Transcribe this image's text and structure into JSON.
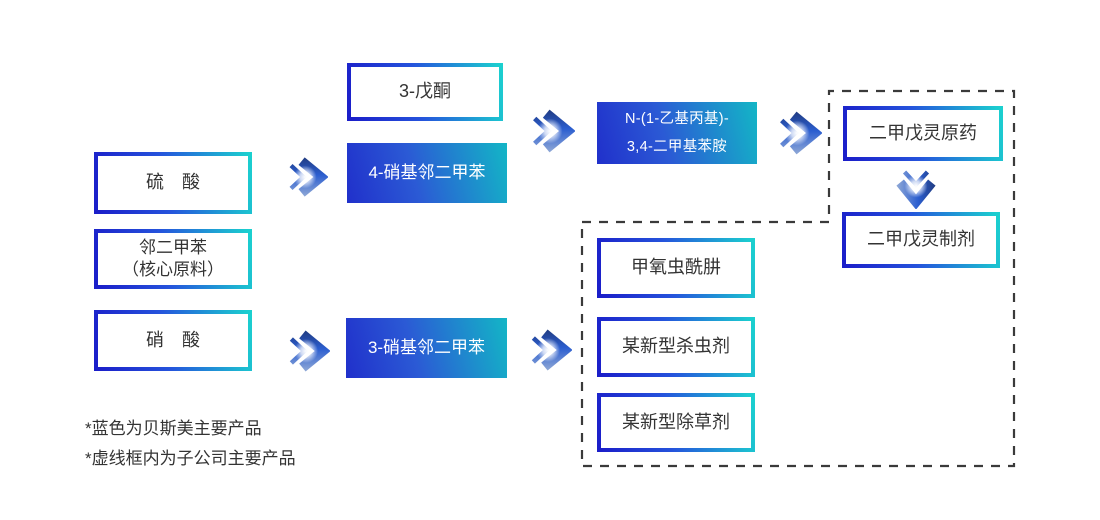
{
  "diagram": {
    "nodes": {
      "sulfuric_acid": {
        "label": "硫　酸"
      },
      "o_xylene": {
        "line1": "邻二甲苯",
        "line2": "（核心原料）"
      },
      "nitric_acid": {
        "label": "硝　酸"
      },
      "pentanone": {
        "label": "3-戊酮"
      },
      "nitro4_xylene": {
        "label": "4-硝基邻二甲苯"
      },
      "nitro3_xylene": {
        "label": "3-硝基邻二甲苯"
      },
      "diethylpropyl_aniline": {
        "line1": "N-(1-乙基丙基)-",
        "line2": "3,4-二甲基苯胺"
      },
      "pendimethalin_technical": {
        "label": "二甲戊灵原药"
      },
      "pendimethalin_formulation": {
        "label": "二甲戊灵制剂"
      },
      "methoxyfenozide": {
        "label": "甲氧虫酰肼"
      },
      "new_insecticide": {
        "label": "某新型杀虫剂"
      },
      "new_herbicide": {
        "label": "某新型除草剂"
      }
    },
    "notes": {
      "line1": "*蓝色为贝斯美主要产品",
      "line2": "*虚线框内为子公司主要产品"
    },
    "colors": {
      "accent_blue": "#1b1ec9",
      "accent_cyan": "#1bd0cf",
      "fill_gradient_start": "#2030cb",
      "fill_gradient_end": "#13b6c6",
      "arrow_navy": "#203a7e",
      "arrow_blue": "#2b5ed0",
      "arrow_steel": "#93abd6",
      "dashed_border": "#3a3a3a",
      "text_dark": "#333333"
    }
  }
}
